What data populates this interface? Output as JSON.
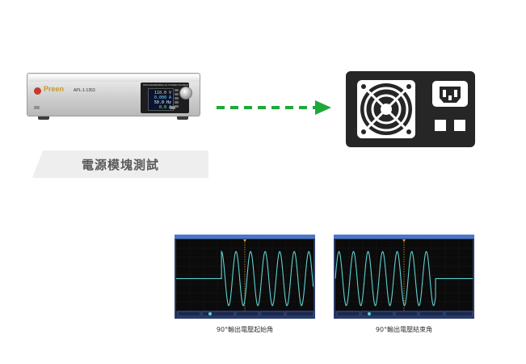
{
  "instrument": {
    "brand": "Preen",
    "model": "APL-1-1353",
    "panel_title": "PROGRAMMABLE AC POWER SOURCE",
    "readings": [
      "110.0 V",
      "0.000 A",
      "50.0 Hz",
      "0.0 A"
    ]
  },
  "label": "電源模塊測試",
  "captions": {
    "left": "90°輸出電壓起始角",
    "right": "90°輸出電壓結束角"
  },
  "colors": {
    "arrow": "#1fa83a",
    "device": "#262626",
    "scope_bg": "#0b0b0b",
    "scope_frame": "#4a78c9",
    "waveform": "#5fd1d2",
    "marker": "#e2a735"
  },
  "icons": [
    "fan-icon",
    "power-socket-icon",
    "arrow-right-icon"
  ]
}
